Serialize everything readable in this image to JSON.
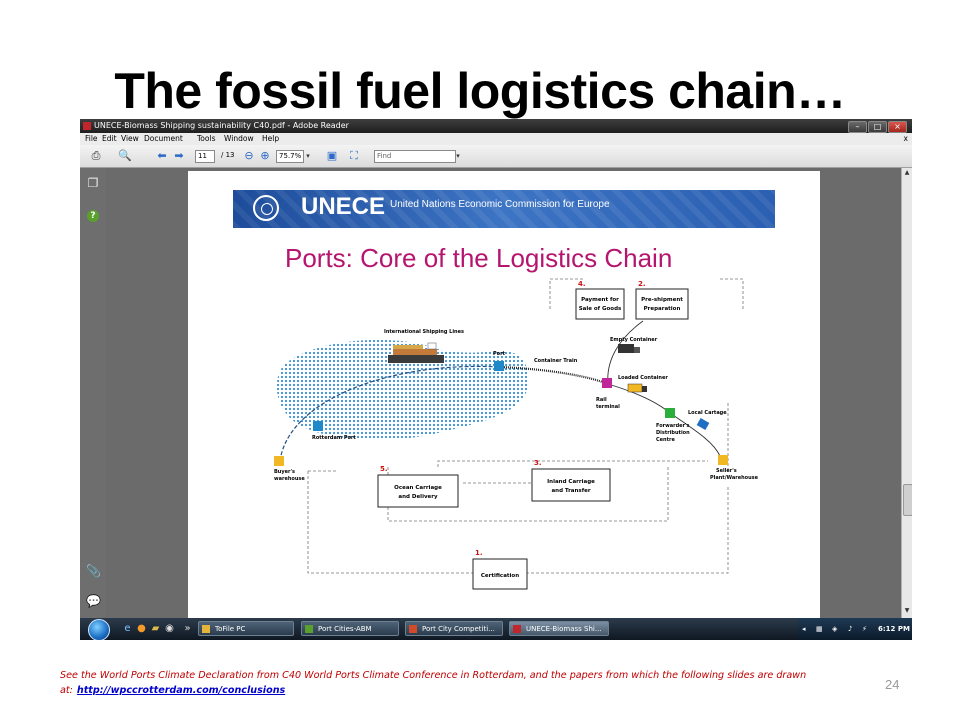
{
  "slide": {
    "title": "The fossil fuel logistics chain…",
    "footnote_text": "See the  World Ports Climate Declaration from C40 World Ports Climate Conference in Rotterdam, and the papers from which the following slides are drawn at:",
    "footnote_link": "http://wpccrotterdam.com/conclusions",
    "page_number": "24"
  },
  "window": {
    "title": "UNECE-Biomass Shipping sustainability C40.pdf - Adobe Reader",
    "menu": [
      "File",
      "Edit",
      "View",
      "Document",
      "Tools",
      "Window",
      "Help"
    ],
    "close_glyph": "x"
  },
  "toolbar": {
    "page_current": "11",
    "page_total": "/ 13",
    "zoom": "75.7%",
    "find_placeholder": "Find"
  },
  "document": {
    "banner_brand": "UNECE",
    "banner_subtitle": "United Nations Economic Commission for Europe",
    "heading": "Ports: Core of the Logistics Chain",
    "diagram": {
      "step4_num": "4.",
      "step4_line1": "Payment for",
      "step4_line2": "Sale of Goods",
      "step2_num": "2.",
      "step2_line1": "Pre-shipment",
      "step2_line2": "Preparation",
      "step5_num": "5.",
      "step5_line1": "Ocean Carriage",
      "step5_line2": "and Delivery",
      "step3_num": "3.",
      "step3_line1": "Inland Carriage",
      "step3_line2": "and Transfer",
      "step1_num": "1.",
      "step1_label": "Certification",
      "intl_shipping": "International Shipping Lines",
      "port": "Port",
      "container_train": "Container Train",
      "empty_container": "Empty Container",
      "loaded_container": "Loaded Container",
      "rail_terminal_1": "Rail",
      "rail_terminal_2": "terminal",
      "local_cartage": "Local Cartage",
      "forwarder_1": "Forwarder's",
      "forwarder_2": "Distribution",
      "forwarder_3": "Centre",
      "rotterdam_port": "Rotterdam Port",
      "buyer_1": "Buyer's",
      "buyer_2": "warehouse",
      "seller_1": "Seller's",
      "seller_2": "Plant/Warehouse"
    }
  },
  "taskbar": {
    "tasks": [
      "ToFile PC",
      "Port Cities-ABM",
      "Port City Competiti...",
      "UNECE-Biomass Shi..."
    ],
    "overflow": "»",
    "clock": "6:12 PM"
  },
  "colors": {
    "heading": "#b5156f",
    "banner": "#2b5fb1",
    "footnote": "#c00000",
    "link": "#0000cc",
    "node_blue": "#1e88c8",
    "node_yellow": "#f2b824",
    "node_magenta": "#c0269a",
    "node_green": "#2cae3c",
    "sea": "#3a8fd0"
  }
}
